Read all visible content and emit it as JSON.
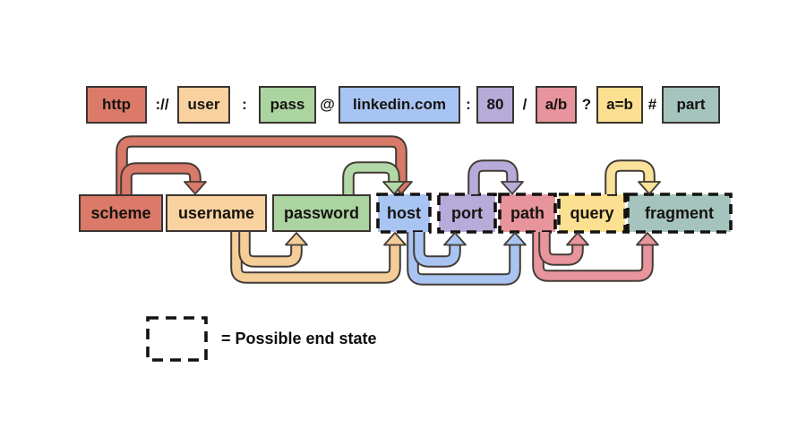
{
  "diagram": {
    "top_row": [
      {
        "type": "box",
        "id": "http",
        "label": "http",
        "color": "#db7a68"
      },
      {
        "type": "sep",
        "id": "sep-scheme",
        "label": "://"
      },
      {
        "type": "box",
        "id": "user",
        "label": "user",
        "color": "#f9d2a0"
      },
      {
        "type": "sep",
        "id": "sep-user",
        "label": ":"
      },
      {
        "type": "box",
        "id": "pass",
        "label": "pass",
        "color": "#abd4a0"
      },
      {
        "type": "sep",
        "id": "sep-pass",
        "label": "@"
      },
      {
        "type": "box",
        "id": "linkedin",
        "label": "linkedin.com",
        "color": "#a8c4f2"
      },
      {
        "type": "sep",
        "id": "sep-host",
        "label": ":"
      },
      {
        "type": "box",
        "id": "port80",
        "label": "80",
        "color": "#b6abd9"
      },
      {
        "type": "sep",
        "id": "sep-port",
        "label": "/"
      },
      {
        "type": "box",
        "id": "ab",
        "label": "a/b",
        "color": "#e8949c"
      },
      {
        "type": "sep",
        "id": "sep-path",
        "label": "?"
      },
      {
        "type": "box",
        "id": "aeqb",
        "label": "a=b",
        "color": "#fce091"
      },
      {
        "type": "sep",
        "id": "sep-query",
        "label": "#"
      },
      {
        "type": "box",
        "id": "part",
        "label": "part",
        "color": "#a5c4be"
      }
    ],
    "states": [
      {
        "id": "scheme",
        "label": "scheme",
        "color": "#db7a68",
        "end_state": false
      },
      {
        "id": "username",
        "label": "username",
        "color": "#f9d2a0",
        "end_state": false
      },
      {
        "id": "password",
        "label": "password",
        "color": "#abd4a0",
        "end_state": false
      },
      {
        "id": "host",
        "label": "host",
        "color": "#a8c4f2",
        "end_state": true
      },
      {
        "id": "port",
        "label": "port",
        "color": "#b6abd9",
        "end_state": true
      },
      {
        "id": "path",
        "label": "path",
        "color": "#e8949c",
        "end_state": true
      },
      {
        "id": "query",
        "label": "query",
        "color": "#fce091",
        "end_state": true
      },
      {
        "id": "fragment",
        "label": "fragment",
        "color": "#a5c4be",
        "end_state": true
      }
    ],
    "transitions": [
      {
        "from": "scheme",
        "to": "host",
        "side": "top",
        "color": "#d9796a"
      },
      {
        "from": "scheme",
        "to": "username",
        "side": "top",
        "color": "#d9796a"
      },
      {
        "from": "password",
        "to": "host",
        "side": "top",
        "color": "#b3d8a7"
      },
      {
        "from": "port",
        "to": "path",
        "side": "top",
        "color": "#b7abd9"
      },
      {
        "from": "query",
        "to": "fragment",
        "side": "top",
        "color": "#fbe29a"
      },
      {
        "from": "username",
        "to": "host",
        "side": "bottom",
        "color": "#f5cd98"
      },
      {
        "from": "username",
        "to": "password",
        "side": "bottom",
        "color": "#f5cd98"
      },
      {
        "from": "host",
        "to": "path",
        "side": "bottom",
        "color": "#a9c4f2"
      },
      {
        "from": "host",
        "to": "port",
        "side": "bottom",
        "color": "#a9c4f2"
      },
      {
        "from": "path",
        "to": "fragment",
        "side": "bottom",
        "color": "#e8959d"
      },
      {
        "from": "path",
        "to": "query",
        "side": "bottom",
        "color": "#e8959d"
      }
    ],
    "colors": {
      "arrow_outline": "#433c36",
      "dashed_border": "#14110f",
      "solid_border": "#3a3531"
    },
    "legend": {
      "label": "= Possible end state"
    }
  }
}
